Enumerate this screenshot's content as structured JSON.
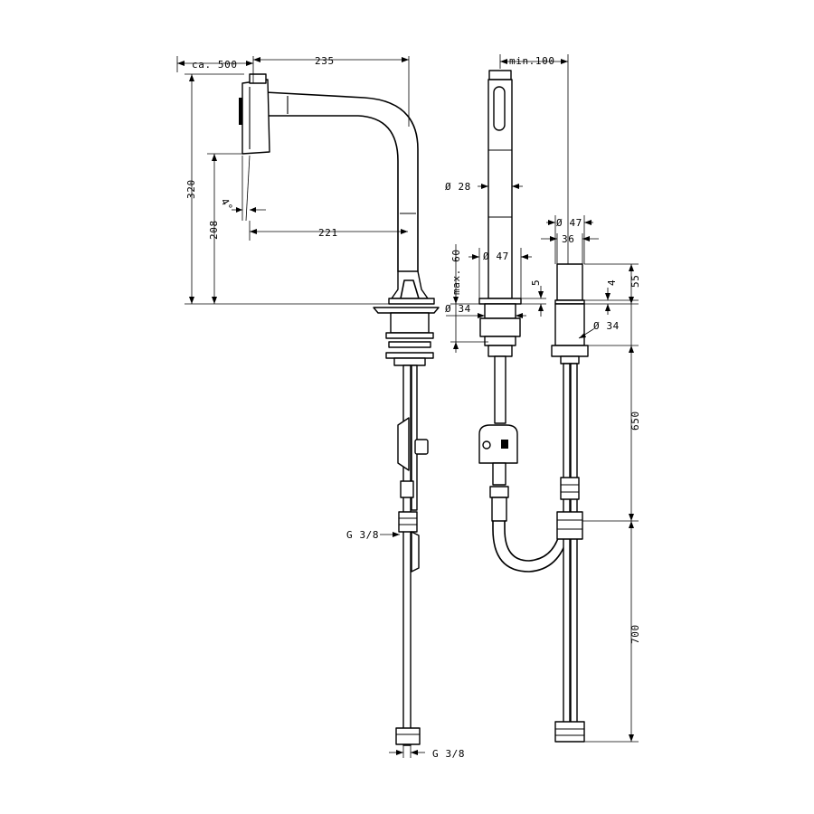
{
  "drawing": {
    "dimensions": {
      "spray_pullout": "ca. 500",
      "spout_reach": "235",
      "total_height": "320",
      "outlet_height": "208",
      "spray_angle": "4°",
      "outlet_reach": "221",
      "min_distance": "min.100",
      "handle_dia": "Ø 28",
      "box_dia": "Ø 47",
      "box_width": "36",
      "base_dia": "Ø 47",
      "max_thickness": "max. 60",
      "rosette_height": "5",
      "hole_dia_left": "Ø 34",
      "hole_dia_right": "Ø 34",
      "box_top_gap": "4",
      "box_height": "55",
      "hose_upper": "650",
      "hose_lower": "700",
      "connection_side": "G 3/8",
      "connection_bottom": "G 3/8"
    }
  }
}
